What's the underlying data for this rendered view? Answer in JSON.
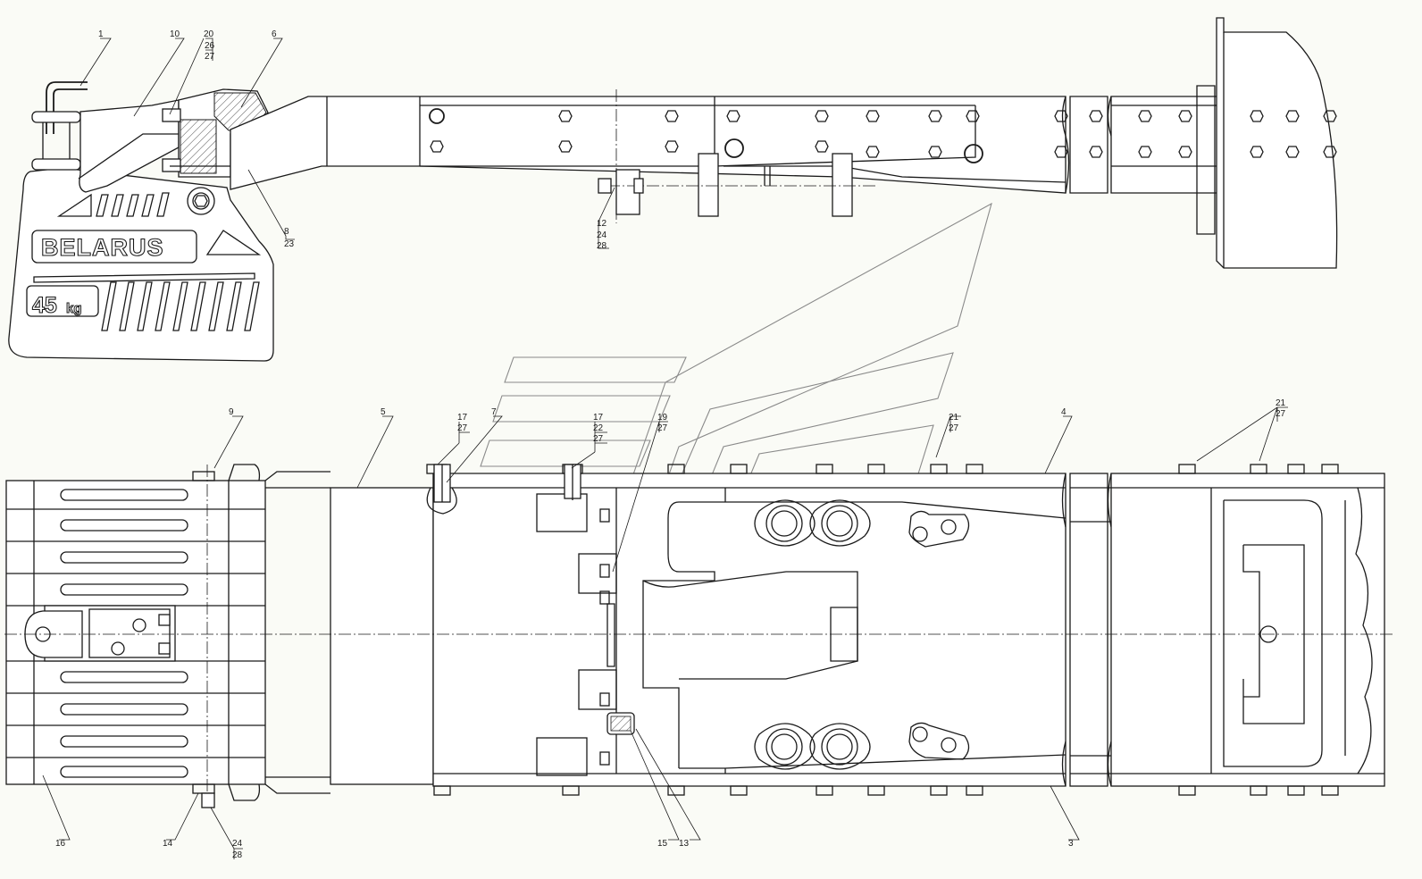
{
  "drawing": {
    "brand_text": "BELARUS",
    "weight_value": "45",
    "weight_unit": "kg"
  },
  "callouts": {
    "c1": "1",
    "c10": "10",
    "c20": "20",
    "c26": "26",
    "c27a": "27",
    "c6": "6",
    "c8": "8",
    "c23": "23",
    "c12": "12",
    "c24a": "24",
    "c28a": "28",
    "c9": "9",
    "c5": "5",
    "c17a": "17",
    "c27b": "27",
    "c7": "7",
    "c17b": "17",
    "c22": "22",
    "c27c": "27",
    "c19": "19",
    "c27d": "27",
    "c21a": "21",
    "c27e": "27",
    "c4": "4",
    "c21b": "21",
    "c27f": "27",
    "c16": "16",
    "c14": "14",
    "c24b": "24",
    "c28b": "28",
    "c15": "15",
    "c13": "13",
    "c3": "3"
  }
}
